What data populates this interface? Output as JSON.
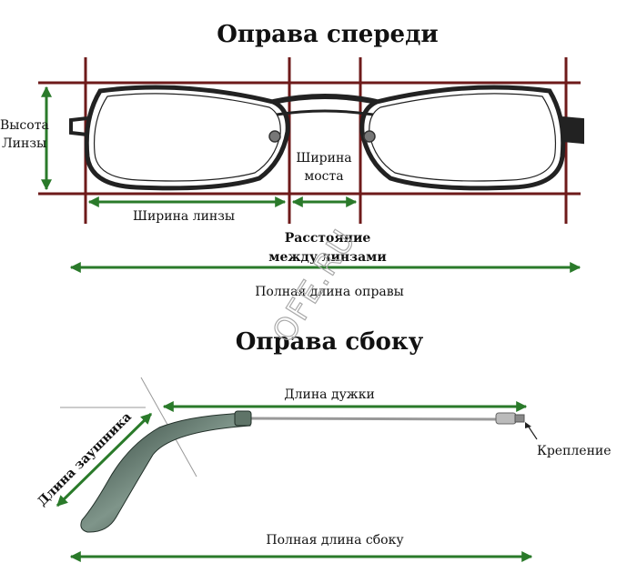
{
  "titles": {
    "front": "Оправа спереди",
    "side": "Оправа сбоку"
  },
  "labels": {
    "lens_height_line1": "Высота",
    "lens_height_line2": "Линзы",
    "bridge_width_line1": "Ширина",
    "bridge_width_line2": "моста",
    "lens_width": "Ширина линзы",
    "lens_distance_line1": "Расстояние",
    "lens_distance_line2": "между линзами",
    "frame_total_width": "Полная длина оправы",
    "temple_length": "Длина дужки",
    "earpiece_length": "Длина заушника",
    "hinge": "Крепление",
    "side_total_length": "Полная длина сбоку"
  },
  "watermark": "OFE.RU",
  "colors": {
    "guide_lines": "#6e1a1a",
    "dimension_arrows": "#2a7a2a",
    "frame": "#222222",
    "earpiece": "#3c5a4a"
  }
}
